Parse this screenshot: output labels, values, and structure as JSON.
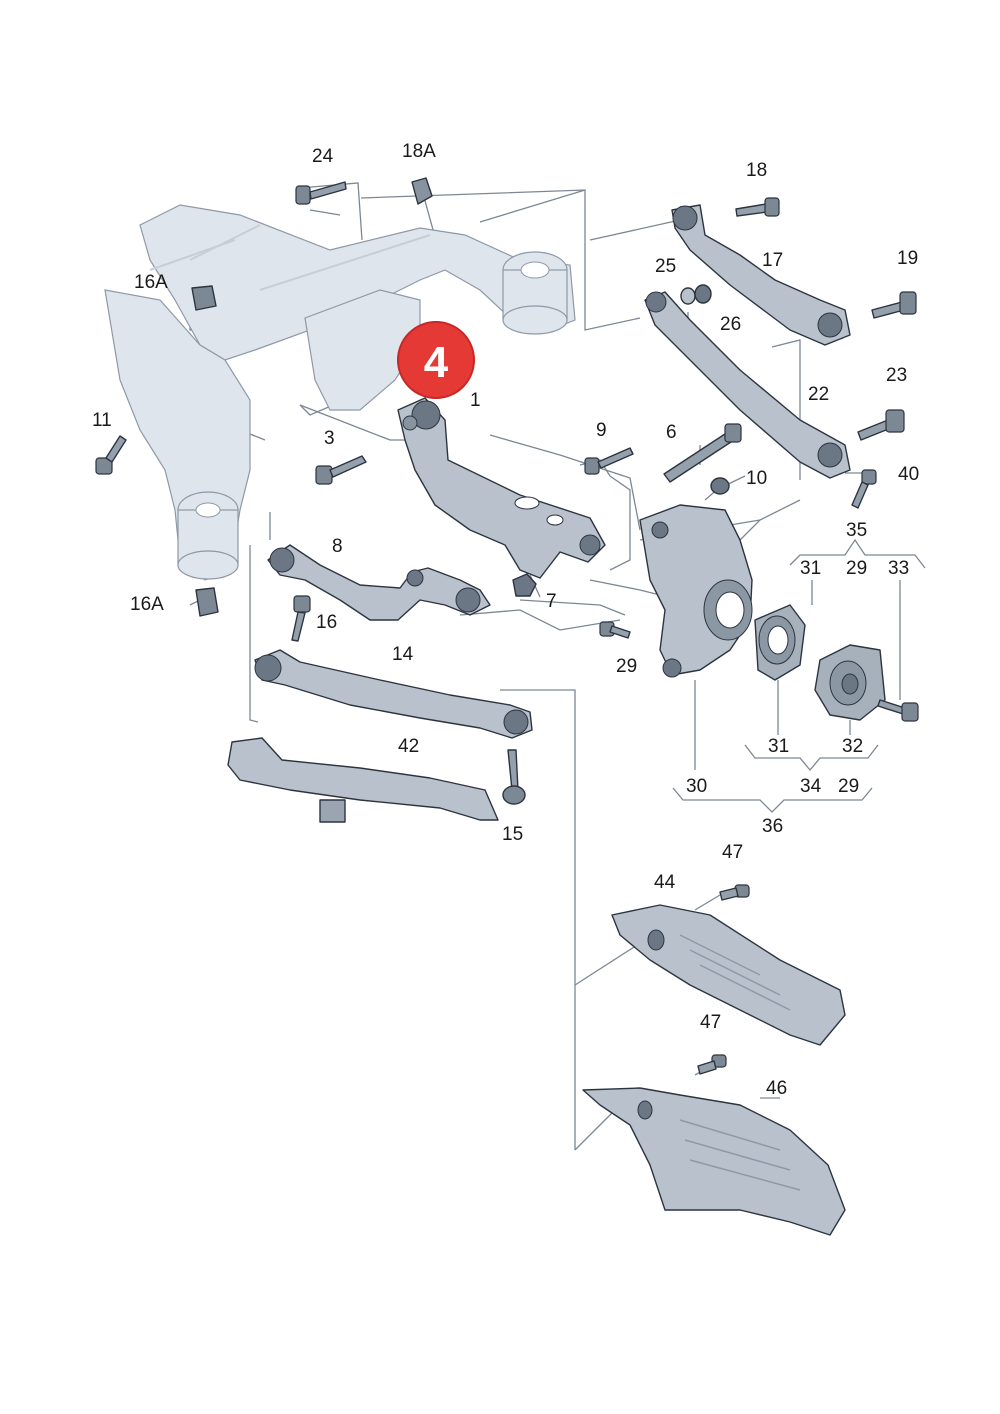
{
  "callouts": [
    "1",
    "3",
    "4",
    "6",
    "7",
    "8",
    "9",
    "10",
    "11",
    "14",
    "15",
    "16",
    "16A",
    "17",
    "18",
    "18A",
    "19",
    "22",
    "23",
    "24",
    "25",
    "26",
    "29",
    "30",
    "31",
    "32",
    "33",
    "34",
    "35",
    "36",
    "40",
    "42",
    "44",
    "46",
    "47"
  ],
  "labels": {
    "l24": "24",
    "l18A": "18A",
    "l18": "18",
    "l16A_top": "16A",
    "l17": "17",
    "l19": "19",
    "l25": "25",
    "l26": "26",
    "l11": "11",
    "l3": "3",
    "l1": "1",
    "l9": "9",
    "l6": "6",
    "l10": "10",
    "l22": "22",
    "l23": "23",
    "l40": "40",
    "l35": "35",
    "l31_top": "31",
    "l29_top": "29",
    "l33": "33",
    "l8": "8",
    "l16A_bot": "16A",
    "l16": "16",
    "l7": "7",
    "l29_mid": "29",
    "l14": "14",
    "l42": "42",
    "l15": "15",
    "l31_bot": "31",
    "l32": "32",
    "l30": "30",
    "l34": "34",
    "l29_bot": "29",
    "l36": "36",
    "l47_top": "47",
    "l44": "44",
    "l47_bot": "47",
    "l46": "46"
  },
  "highlight": {
    "label": "4",
    "color": "#e53935"
  },
  "colors": {
    "part_fill": "#b9c2cc",
    "frame_fill": "#dfe5ec",
    "line": "#7c8794"
  }
}
